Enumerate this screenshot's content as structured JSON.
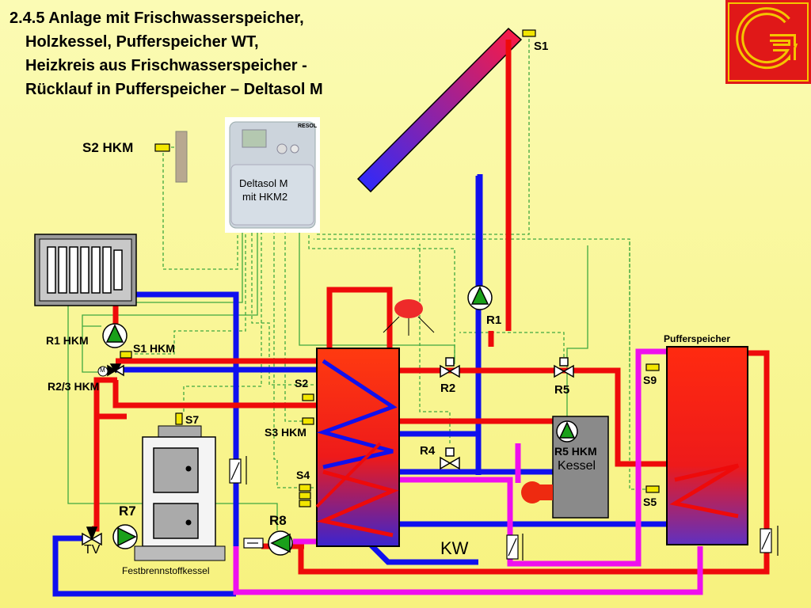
{
  "title": {
    "line1": "2.4.5   Anlage mit Frischwasserspeicher,",
    "line2": "Holzkessel, Pufferspeicher WT,",
    "line3": "Heizkreis aus Frischwasserspeicher -",
    "line4": "Rücklauf in Pufferspeicher – Deltasol M"
  },
  "controller": {
    "brand": "RESOL",
    "line1": "Deltasol M",
    "line2": "mit HKM2"
  },
  "labels": {
    "s1": "S1",
    "s2_hkm": "S2 HKM",
    "r1": "R1",
    "r1_hkm": "R1 HKM",
    "s1_hkm": "S1 HKM",
    "r23_hkm": "R2/3 HKM",
    "m": "M",
    "s2": "S2",
    "s3_hkm": "S3 HKM",
    "s4": "S4",
    "s7": "S7",
    "r2": "R2",
    "r4": "R4",
    "r5": "R5",
    "r5_hkm": "R5 HKM",
    "kessel": "Kessel",
    "s9": "S9",
    "s5": "S5",
    "pufferspeicher": "Pufferspeicher",
    "r7": "R7",
    "r8": "R8",
    "tv": "TV",
    "kw": "KW",
    "festbrennstoffkessel": "Festbrennstoffkessel"
  },
  "colors": {
    "hot_pipe": "#ee0a0a",
    "cold_pipe": "#1010ee",
    "magenta_pipe": "#ee10ee",
    "signal_line": "#40a840",
    "sensor": "#f2e600",
    "pump": "#1aa01a",
    "logo_red": "#e01818",
    "logo_yellow": "#f5c400"
  }
}
